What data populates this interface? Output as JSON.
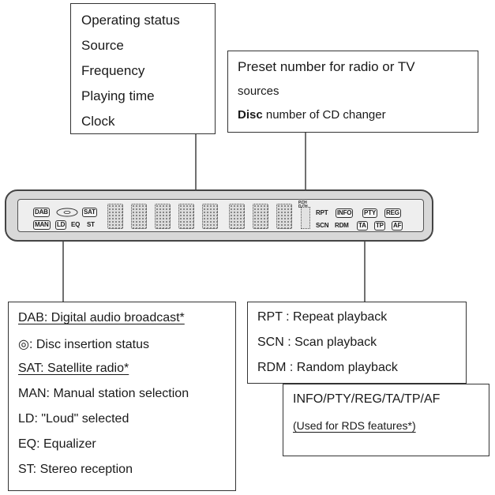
{
  "top_center_box": {
    "lines": [
      "Operating status",
      "Source",
      "Frequency",
      "Playing time",
      "Clock"
    ]
  },
  "top_right_box": {
    "lines": [
      "Preset number for radio or TV",
      "sources"
    ],
    "disc_bold": "Disc",
    "disc_rest": " number of CD changer"
  },
  "display": {
    "left_row1": [
      "DAB",
      "SAT"
    ],
    "left_row2": [
      "MAN",
      "LD",
      "EQ",
      "ST"
    ],
    "pch": [
      "P.CH",
      "D.CH"
    ],
    "right_row1": [
      "RPT",
      "INFO",
      "PTY",
      "REG"
    ],
    "right_row2": [
      "SCN",
      "RDM",
      "TA",
      "TP",
      "AF"
    ],
    "digit_count": 8
  },
  "bottom_left_box": {
    "lines": [
      "DAB: Digital audio broadcast*",
      "◎: Disc insertion status",
      "SAT: Satellite radio*",
      "MAN: Manual station selection",
      "LD: \"Loud\" selected",
      "EQ: Equalizer",
      "ST: Stereo reception"
    ],
    "underlined": [
      0,
      2
    ]
  },
  "bottom_right_box": {
    "lines": [
      "RPT :  Repeat playback",
      "SCN :  Scan playback",
      "RDM :  Random playback"
    ]
  },
  "rds_box": {
    "line1": "INFO/PTY/REG/TA/TP/AF",
    "line2": "(Used for RDS features*)"
  }
}
